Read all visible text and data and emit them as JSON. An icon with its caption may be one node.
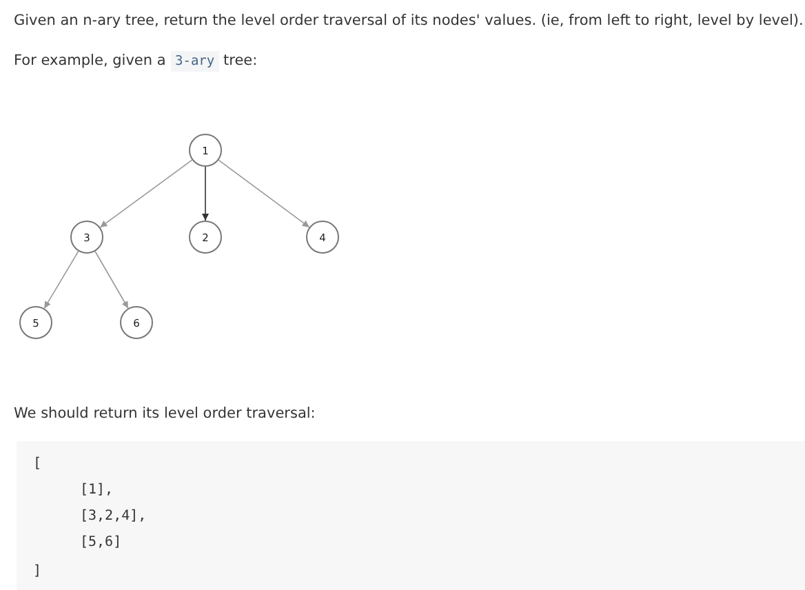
{
  "diagram": {
    "nodes": [
      {
        "text": [
          "1"
        ]
      },
      {
        "text": [
          "3"
        ]
      },
      {
        "text": [
          "2"
        ]
      },
      {
        "text": [
          "4"
        ]
      },
      {
        "text": [
          "5"
        ]
      },
      {
        "text": [
          "6"
        ]
      }
    ],
    "edges": [
      {
        "from": 0,
        "to": 1,
        "arrow": "to"
      },
      {
        "from": 0,
        "to": 2,
        "arrow": "to",
        "color": "#333333"
      },
      {
        "from": 0,
        "to": 3,
        "arrow": "to"
      },
      {
        "from": 1,
        "to": 4,
        "arrow": "to"
      },
      {
        "from": 1,
        "to": 5,
        "arrow": "to"
      }
    ],
    "labels": [
      "Given an n-ary tree, return the level order traversal of its nodes' values. (ie, from left to right, level by level).",
      "For example, given a",
      "3-ary",
      "tree:",
      "We should return its level order traversal:",
      "[",
      "[1],",
      "[3,2,4],",
      "[5,6]",
      "]"
    ]
  }
}
